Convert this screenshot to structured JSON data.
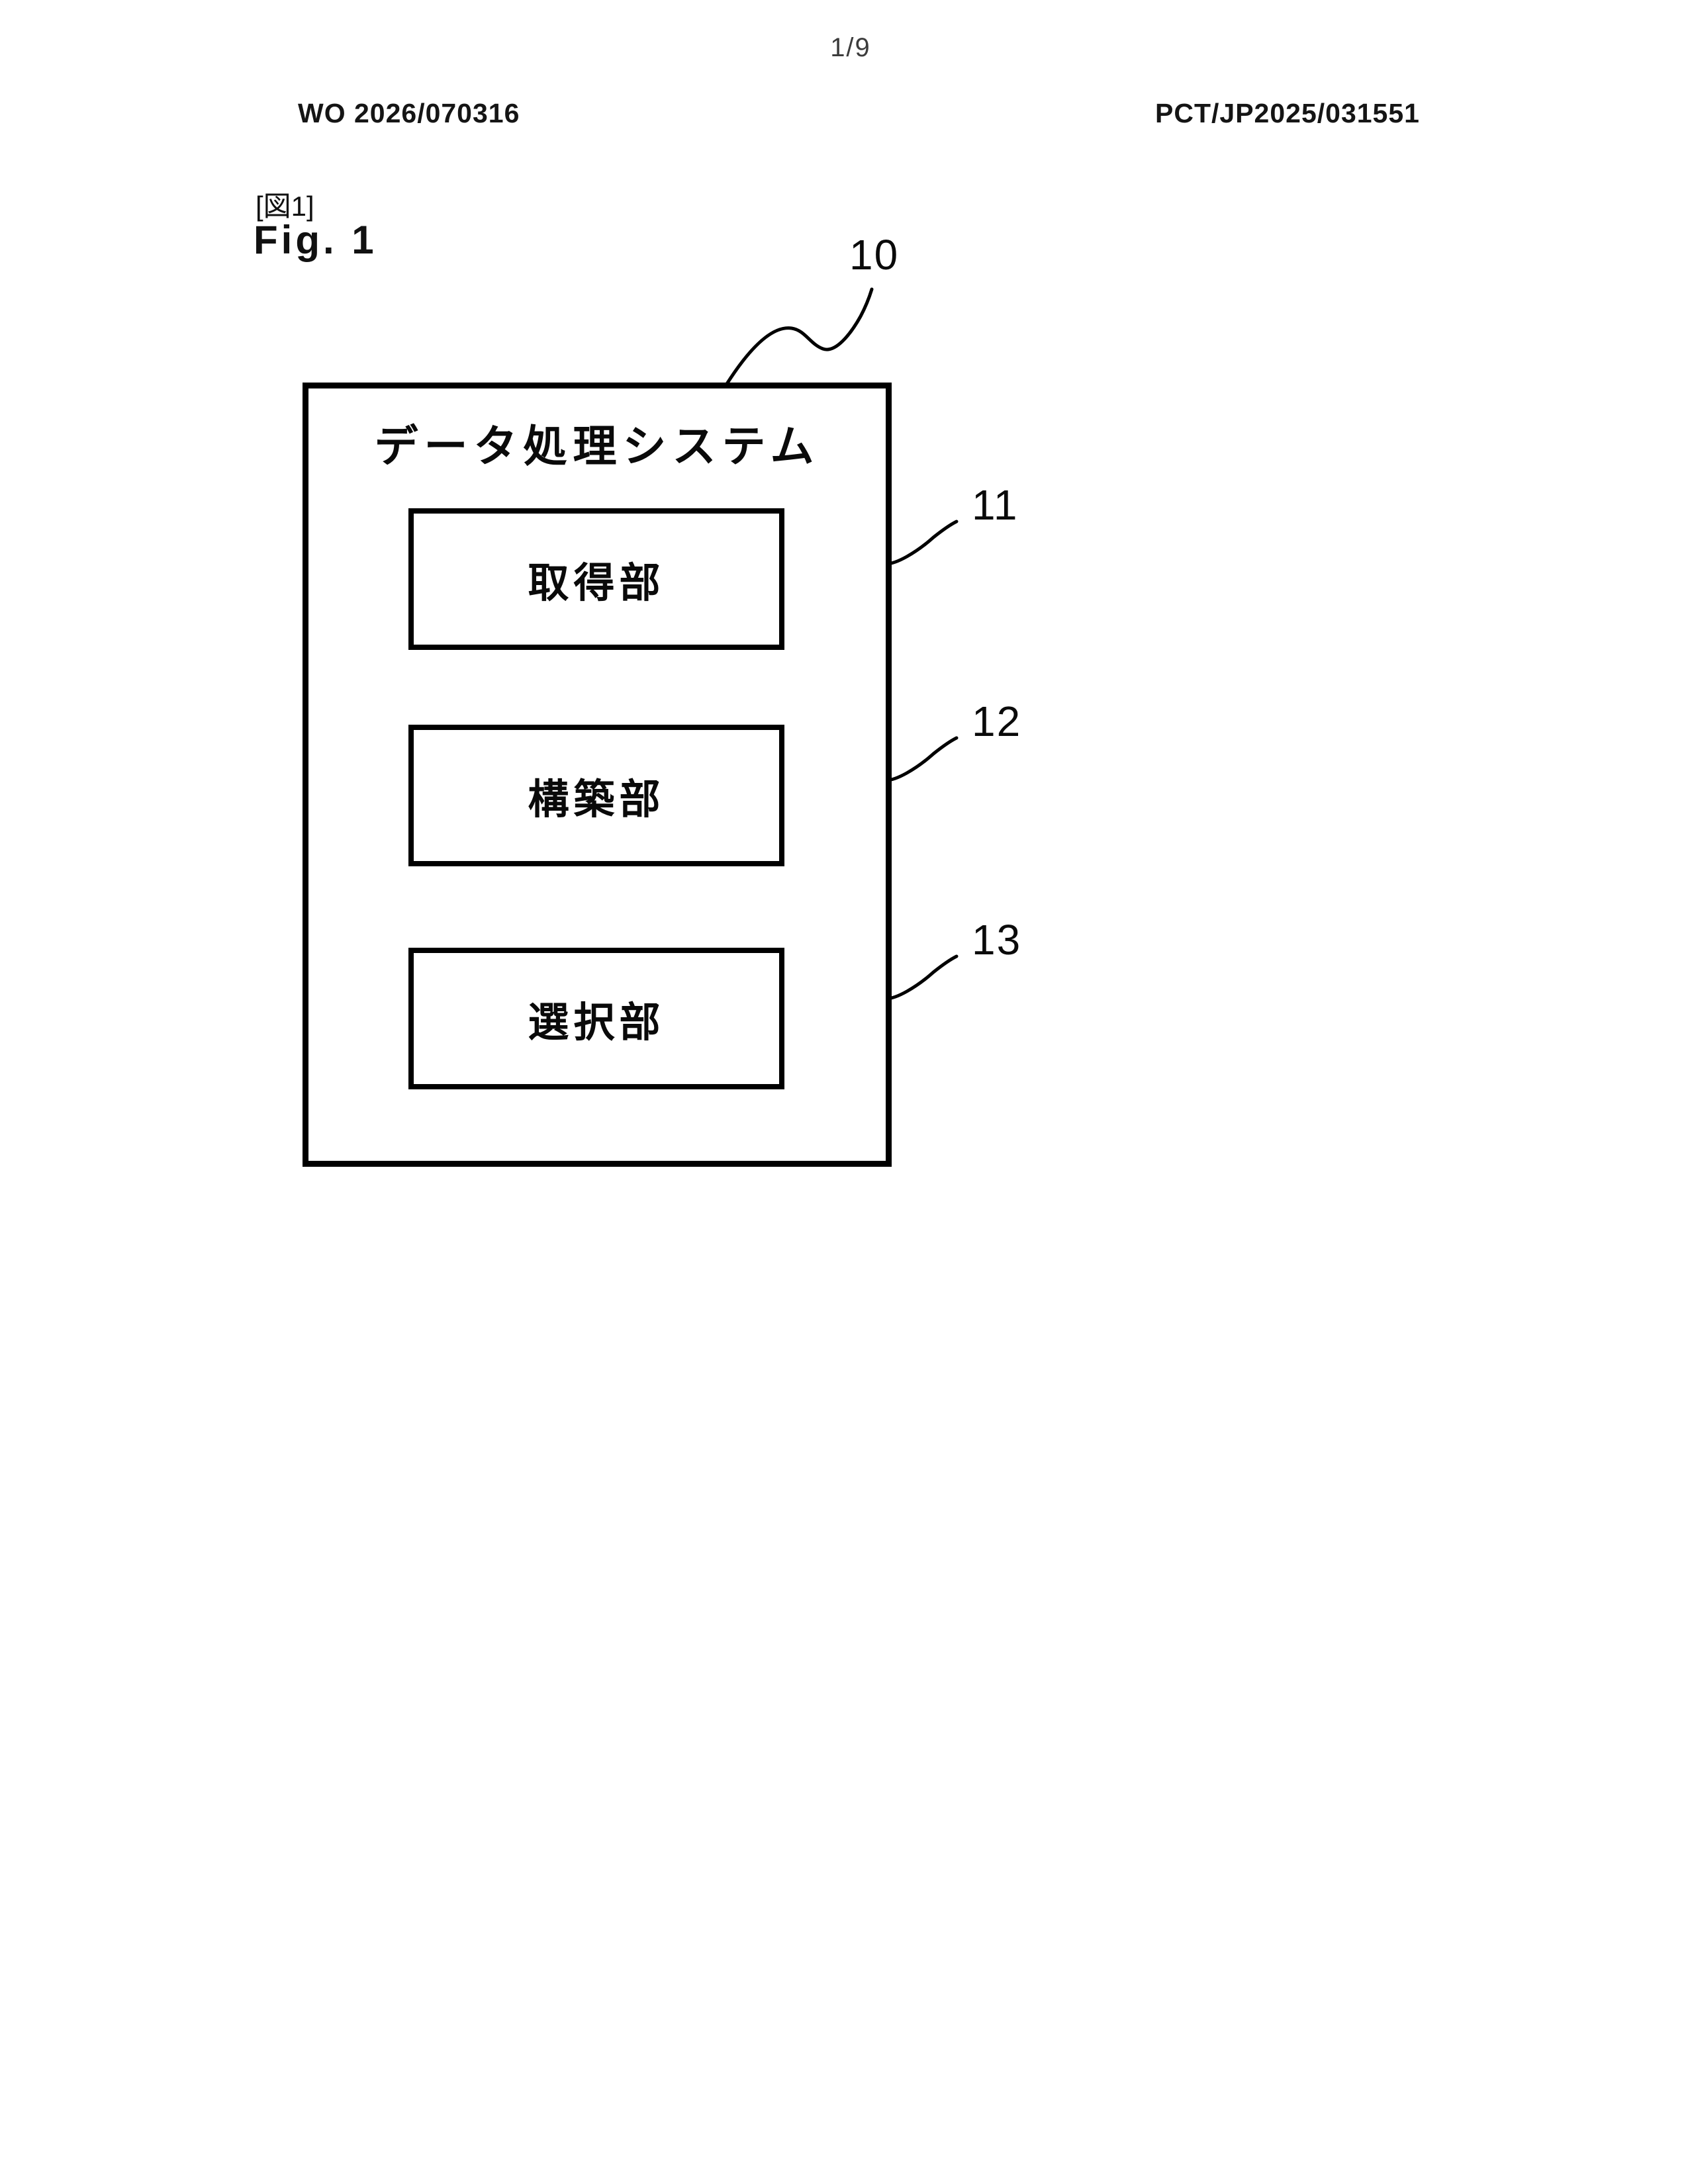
{
  "page": {
    "page_number": "1/9",
    "publication_number": "WO 2026/070316",
    "application_number": "PCT/JP2025/031551"
  },
  "figure": {
    "tag_jp": "[図1]",
    "caption": "Fig. 1",
    "system_box": {
      "title": "データ処理システム",
      "ref": "10",
      "components": [
        {
          "label": "取得部",
          "ref": "11"
        },
        {
          "label": "構築部",
          "ref": "12"
        },
        {
          "label": "選択部",
          "ref": "13"
        }
      ]
    }
  },
  "colors": {
    "background": "#ffffff",
    "line": "#000000",
    "text": "#111111"
  }
}
